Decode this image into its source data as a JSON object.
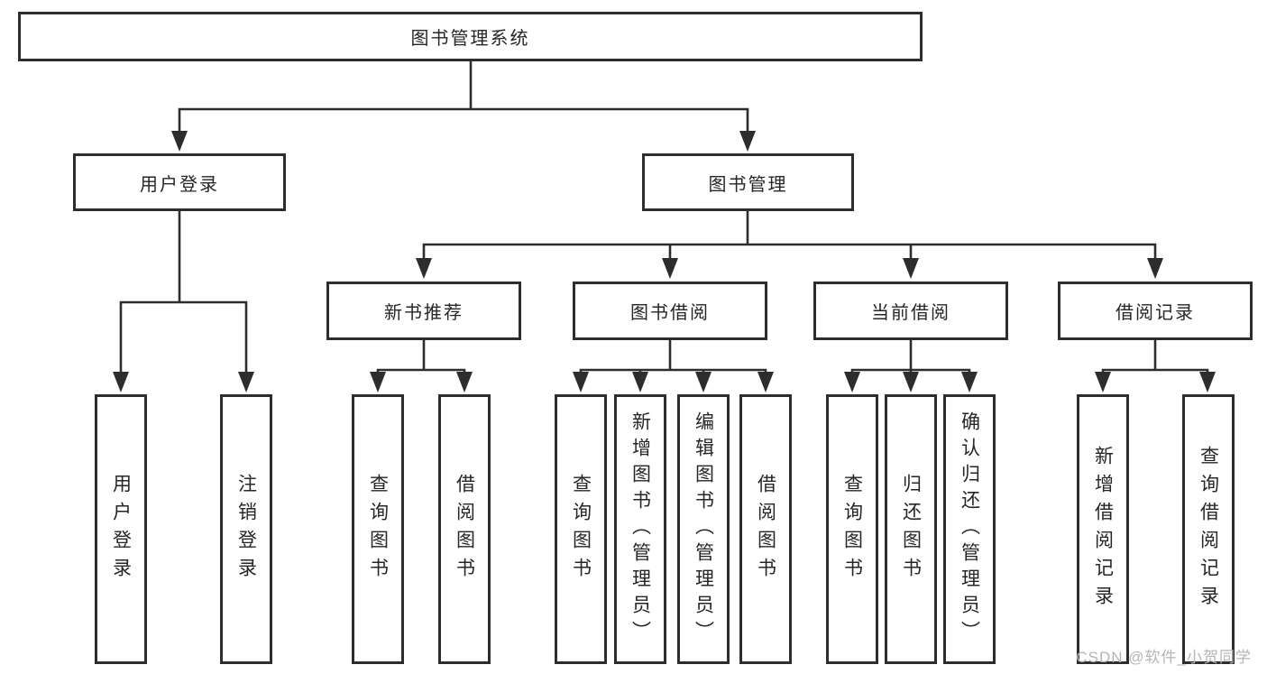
{
  "diagram": {
    "title": "图书管理系统",
    "root": {
      "label": "图书管理系统"
    },
    "user_login": {
      "label": "用户登录",
      "children": [
        "用户登录",
        "注销登录"
      ]
    },
    "book_mgmt": {
      "label": "图书管理"
    },
    "new_books": {
      "label": "新书推荐",
      "children": [
        "查询图书",
        "借阅图书"
      ]
    },
    "book_borrow": {
      "label": "图书借阅",
      "children": [
        "查询图书",
        "新增图书（管理员）",
        "编辑图书（管理员）",
        "借阅图书"
      ]
    },
    "current_borrow": {
      "label": "当前借阅",
      "children": [
        "查询图书",
        "归还图书",
        "确认归还（管理员）"
      ]
    },
    "borrow_records": {
      "label": "借阅记录",
      "children": [
        "新增借阅记录",
        "查询借阅记录"
      ]
    }
  },
  "watermark": {
    "text": "CSDN @软件_小贺同学"
  },
  "colors": {
    "line": "#2d2d2d",
    "box_border": "#2d2d2d",
    "text": "#262626",
    "watermark": "#b5b5b5",
    "background": "#ffffff"
  }
}
